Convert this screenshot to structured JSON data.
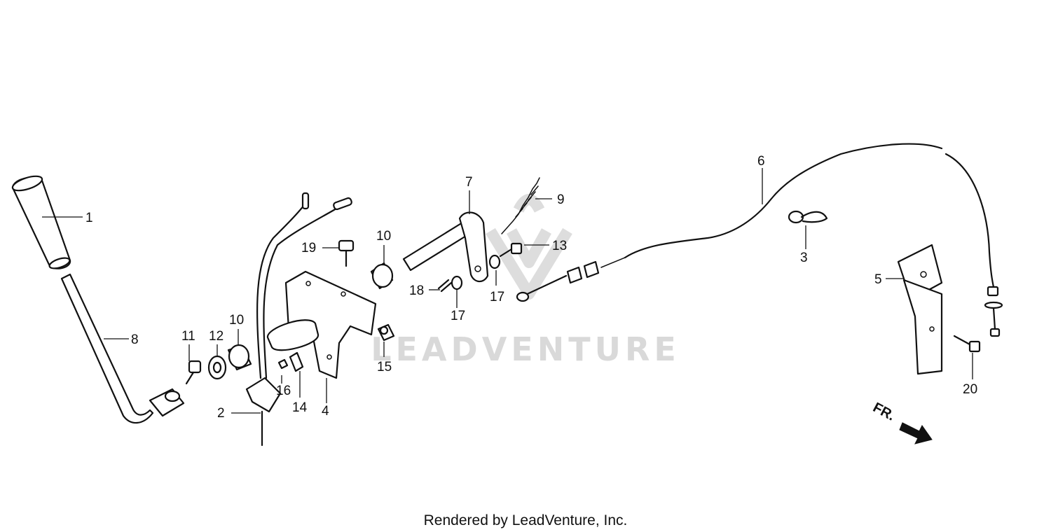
{
  "watermark": {
    "text": "LEADVENTURE"
  },
  "footer": {
    "text": "Rendered by LeadVenture, Inc."
  },
  "direction": {
    "label": "FR."
  },
  "callouts": [
    {
      "id": "c1",
      "label": "1"
    },
    {
      "id": "c2",
      "label": "2"
    },
    {
      "id": "c3",
      "label": "3"
    },
    {
      "id": "c4",
      "label": "4"
    },
    {
      "id": "c5",
      "label": "5"
    },
    {
      "id": "c6",
      "label": "6"
    },
    {
      "id": "c7",
      "label": "7"
    },
    {
      "id": "c8",
      "label": "8"
    },
    {
      "id": "c9",
      "label": "9"
    },
    {
      "id": "c10a",
      "label": "10"
    },
    {
      "id": "c10b",
      "label": "10"
    },
    {
      "id": "c11",
      "label": "11"
    },
    {
      "id": "c12",
      "label": "12"
    },
    {
      "id": "c13",
      "label": "13"
    },
    {
      "id": "c14",
      "label": "14"
    },
    {
      "id": "c15",
      "label": "15"
    },
    {
      "id": "c16",
      "label": "16"
    },
    {
      "id": "c17a",
      "label": "17"
    },
    {
      "id": "c17b",
      "label": "17"
    },
    {
      "id": "c18",
      "label": "18"
    },
    {
      "id": "c19",
      "label": "19"
    },
    {
      "id": "c20",
      "label": "20"
    }
  ]
}
